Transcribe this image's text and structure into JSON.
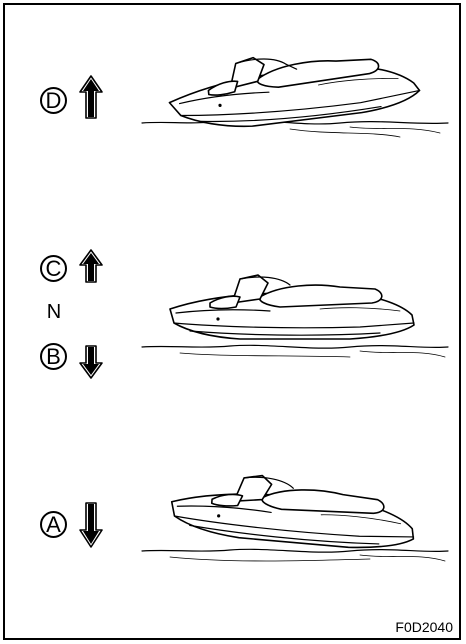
{
  "positions": [
    {
      "key": "D",
      "marker": "D",
      "direction": "up",
      "arrow": "long"
    },
    {
      "key": "C",
      "marker": "C",
      "direction": "up",
      "arrow": "short"
    },
    {
      "key": "N",
      "marker": "N"
    },
    {
      "key": "B",
      "marker": "B",
      "direction": "down",
      "arrow": "short"
    },
    {
      "key": "A",
      "marker": "A",
      "direction": "down",
      "arrow": "long"
    }
  ],
  "figure_code": "F0D2040",
  "colors": {
    "line": "#000000",
    "background": "#ffffff"
  }
}
